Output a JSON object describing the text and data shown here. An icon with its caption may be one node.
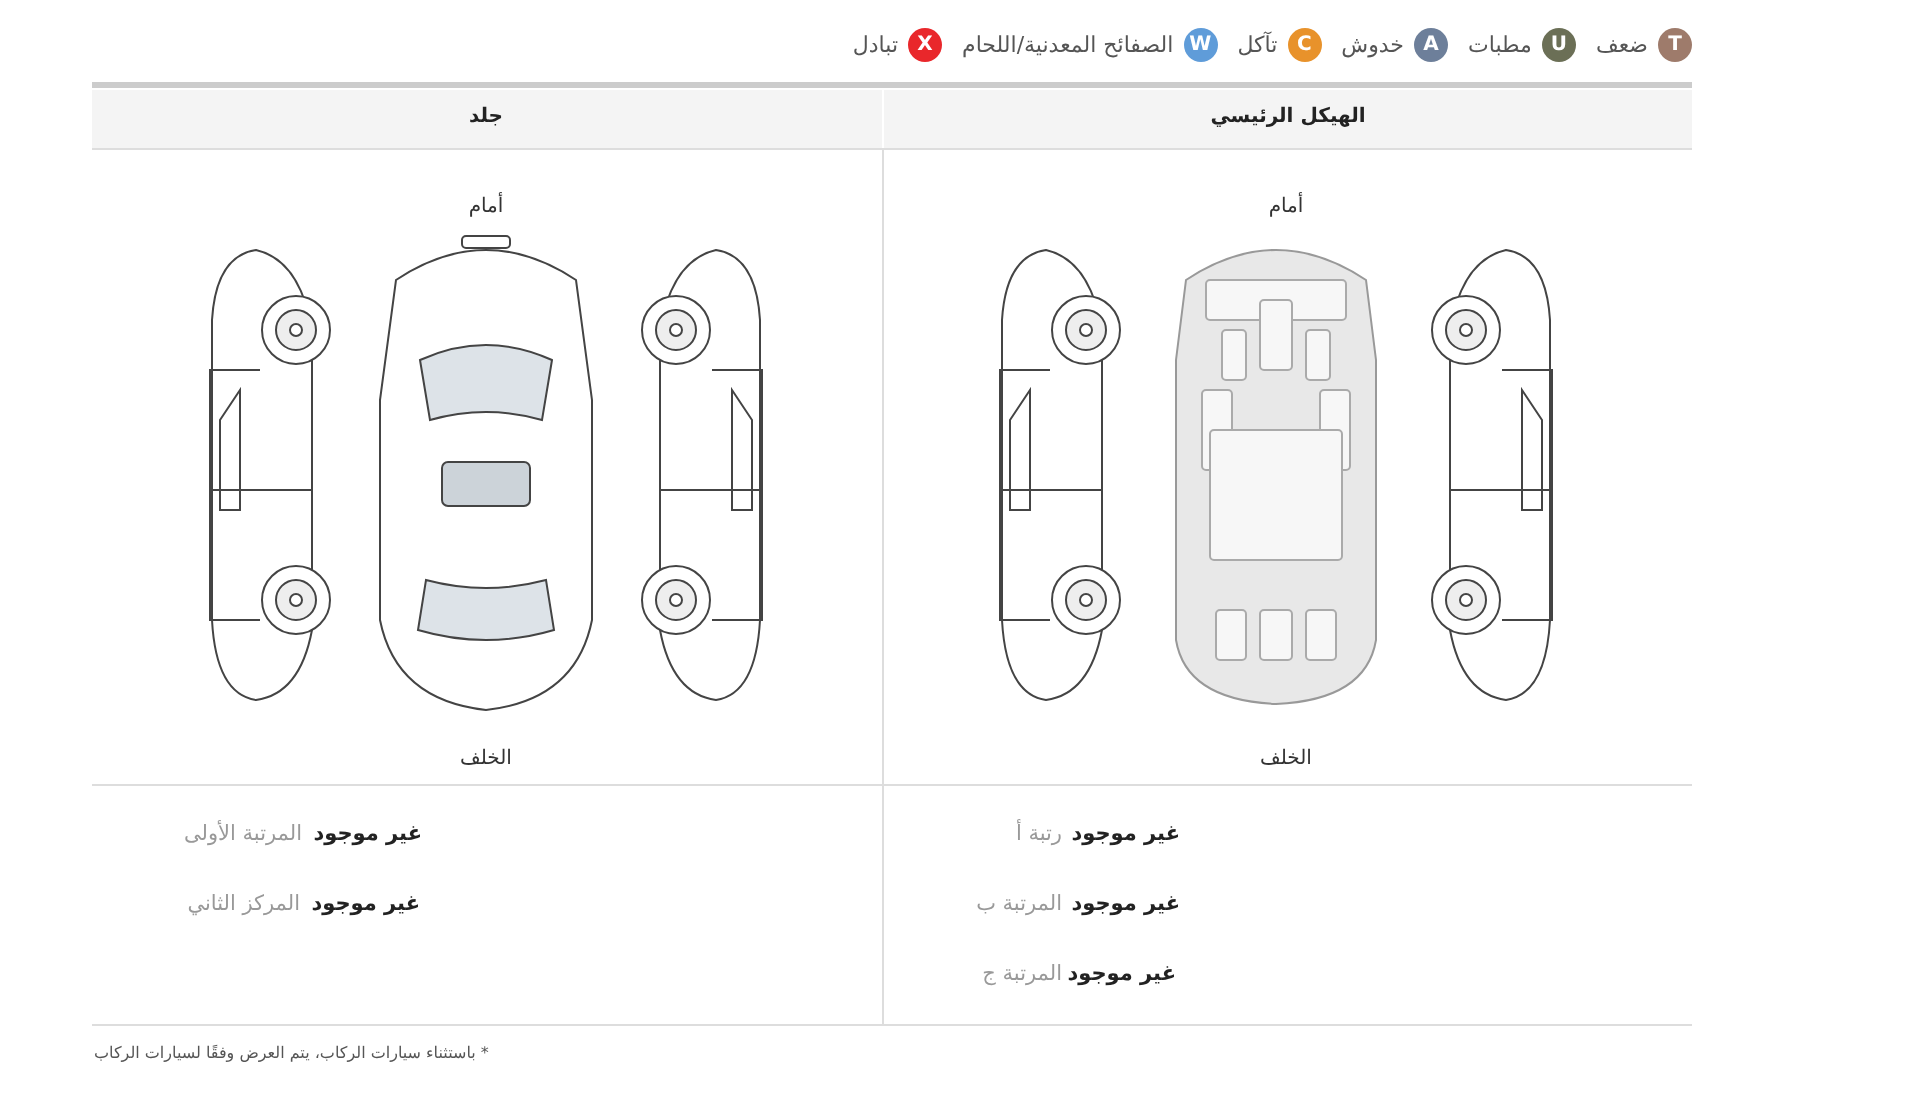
{
  "diagram": {
    "labels": [
      "T",
      "U",
      "A",
      "C",
      "W",
      "X",
      "الهيكل الرئيسي",
      "جلد",
      "أمام",
      "أمام",
      "الخلف",
      "الخلف",
      "غير موجود",
      "رتبة أ",
      "غير موجود",
      "المرتبة ب",
      "غير موجود",
      "المرتبة ج",
      "غير موجود",
      "المرتبة الأولى",
      "غير موجود",
      "المركز الثاني",
      "* باستثناء سيارات الركاب، يتم العرض وفقًا لسيارات الركاب"
    ],
    "legend": [
      {
        "text": "ضعف",
        "color": "#9e7b6b"
      },
      {
        "text": "مطبات",
        "color": "#6b6f56"
      },
      {
        "text": "خدوش",
        "color": "#6d7f9a"
      },
      {
        "text": "تآكل",
        "color": "#e8922b"
      },
      {
        "text": "الصفائح المعدنية/اللحام",
        "color": "#5f9cd9"
      },
      {
        "text": "تبادل",
        "color": "#e9272b"
      }
    ]
  }
}
